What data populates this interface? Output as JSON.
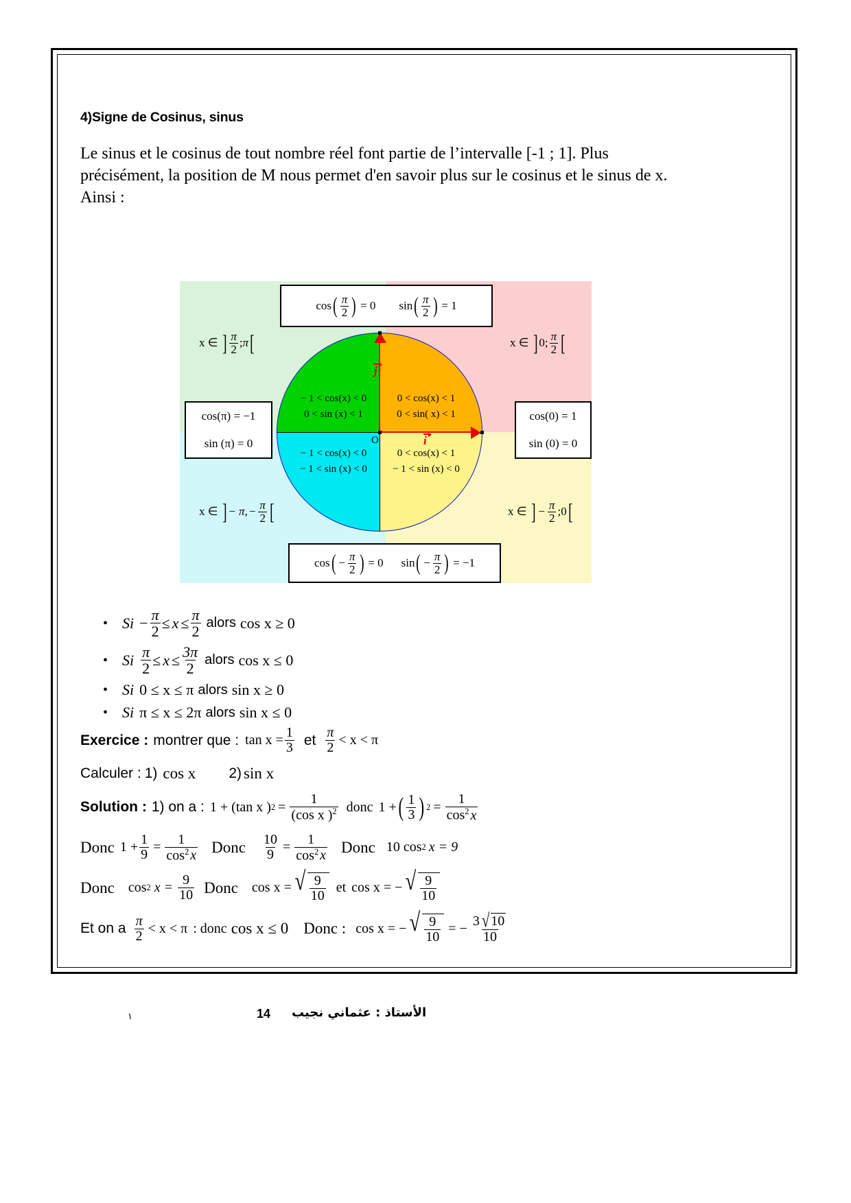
{
  "document": {
    "section_heading": "4)Signe de Cosinus, sinus",
    "intro_paragraph": "Le sinus et le cosinus de tout nombre réel font partie de l’intervalle [-1 ; 1]. Plus précisément, la position de M nous permet d'en savoir plus sur le cosinus et le sinus de x. Ainsi :"
  },
  "diagram": {
    "top_box": {
      "cos_label": "cos",
      "cos_arg_num": "π",
      "cos_arg_den": "2",
      "cos_value": "= 0",
      "sin_label": "sin",
      "sin_arg_num": "π",
      "sin_arg_den": "2",
      "sin_value": "= 1"
    },
    "bottom_box": {
      "cos_label": "cos",
      "cos_arg": "− π/2",
      "cos_arg_num": "π",
      "cos_arg_den": "2",
      "cos_value": "= 0",
      "sin_label": "sin",
      "sin_arg_num": "π",
      "sin_arg_den": "2",
      "sin_value": "= −1"
    },
    "left_box": {
      "line1": "cos(π) = −1",
      "line2": "sin (π) = 0"
    },
    "right_box": {
      "line1": "cos(0) = 1",
      "line2": "sin (0) = 0"
    },
    "quadrants": [
      {
        "id": "quadrant-1",
        "color": "#ffb300",
        "background": "#fbcfcf",
        "cos_range": "0 < cos(x) < 1",
        "sin_range": "0 < sin( x) < 1",
        "interval_prefix": "x ∈",
        "interval_lower": "0",
        "interval_upper_num": "π",
        "interval_upper_den": "2",
        "interval_text": "x ∈ ]0; π/2["
      },
      {
        "id": "quadrant-2",
        "color": "#00d200",
        "background": "#d9f2d9",
        "cos_range": "− 1 < cos(x) < 0",
        "sin_range": "0 < sin (x) < 1",
        "interval_prefix": "x ∈",
        "interval_lower_num": "π",
        "interval_lower_den": "2",
        "interval_upper": "π",
        "interval_text": "x ∈ ]π/2; π["
      },
      {
        "id": "quadrant-3",
        "color": "#00e8f0",
        "background": "#d2f7fb",
        "cos_range": "− 1 < cos(x) < 0",
        "sin_range": "− 1 < sin (x) < 0",
        "interval_prefix": "x ∈",
        "interval_lower": "− π,",
        "interval_upper_num": "π",
        "interval_upper_den": "2",
        "interval_text": "x ∈ ]− π; − π/2["
      },
      {
        "id": "quadrant-4",
        "color": "#fcf389",
        "background": "#fcf7c4",
        "cos_range": "0 < cos(x) < 1",
        "sin_range": "− 1 < sin (x) < 0",
        "interval_prefix": "x ∈",
        "interval_lower_num": "π",
        "interval_lower_den": "2",
        "interval_upper": "0",
        "interval_text": "x ∈ ]− π/2; 0["
      }
    ],
    "vectors": {
      "i_label": "i",
      "j_label": "j"
    },
    "origin_label": "O",
    "axis_color": "#e8000d",
    "circle_outline_color": "#1414cf"
  },
  "rules": [
    {
      "si": "Si",
      "cond_left_sign": "−",
      "cond_left_num": "π",
      "cond_left_den": "2",
      "rel1": "≤",
      "var": "x",
      "rel2": "≤",
      "cond_right_num": "π",
      "cond_right_den": "2",
      "alors": "alors",
      "conclusion": "cos x ≥ 0",
      "conclusion_fn": "cos",
      "conclusion_var": "x",
      "conclusion_rel": "≥ 0"
    },
    {
      "si": "Si",
      "cond_left_num": "π",
      "cond_left_den": "2",
      "rel1": "≤",
      "var": "x",
      "rel2": "≤",
      "cond_right_num": "3π",
      "cond_right_den": "2",
      "alors": "alors",
      "conclusion": "cos x ≤ 0",
      "conclusion_fn": "cos",
      "conclusion_var": "x",
      "conclusion_rel": "≤ 0"
    },
    {
      "si": "Si",
      "plain": "0 ≤ x ≤ π",
      "alors": "alors",
      "conclusion": "sin x ≥ 0"
    },
    {
      "si": "Si",
      "plain": "π ≤ x ≤ 2π",
      "alors": "alors",
      "conclusion": "sin x ≤ 0"
    }
  ],
  "exercise": {
    "label": "Exercice :",
    "statement": "montrer que :",
    "tan_expr": "tan x =",
    "tan_num": "1",
    "tan_den": "3",
    "et": "et",
    "range_num": "π",
    "range_den": "2",
    "range_rest": "< x < π",
    "calculer_label": "Calculer :",
    "item1": "1)",
    "item1_expr": "cos x",
    "item2": "2)",
    "item2_expr": "sin x"
  },
  "solution": {
    "label": "Solution :",
    "intro": "1) on a :",
    "eq1_left": "1 + (tan x )",
    "eq1_exp": "2",
    "eq1_eq": "=",
    "eq1_num": "1",
    "eq1_den": "(cos x )",
    "eq1_den_exp": "2",
    "donc1": "donc",
    "eq2_left": "1 +",
    "eq2_fnum": "1",
    "eq2_fden": "3",
    "eq2_exp": "2",
    "eq2_eq": "=",
    "eq2_rnum": "1",
    "eq2_rden": "cos",
    "eq2_rden_exp": "2",
    "eq2_rden_var": "x",
    "line3": {
      "donc_a": "Donc",
      "expr_a_left": "1 +",
      "expr_a_num": "1",
      "expr_a_den": "9",
      "expr_a_eq": "=",
      "expr_a_rnum": "1",
      "expr_a_rden": "cos",
      "expr_a_rden_exp": "2",
      "expr_a_rden_var": "x",
      "donc_b": "Donc",
      "expr_b_num": "10",
      "expr_b_den": "9",
      "expr_b_eq": "=",
      "expr_b_rnum": "1",
      "expr_b_rden": "cos",
      "expr_b_rden_exp": "2",
      "expr_b_rden_var": "x",
      "donc_c": "Donc",
      "expr_c": "10 cos",
      "expr_c_exp": "2",
      "expr_c_tail": "x = 9"
    },
    "line4": {
      "donc_a": "Donc",
      "expr_a": "cos",
      "expr_a_exp": "2",
      "expr_a_var": "x =",
      "expr_a_num": "9",
      "expr_a_den": "10",
      "donc_b": "Donc",
      "expr_b": "cos x =",
      "sqrt1_num": "9",
      "sqrt1_den": "10",
      "et": "et",
      "expr_c": "cos x = −",
      "sqrt2_num": "9",
      "sqrt2_den": "10"
    },
    "line5": {
      "et_on_a": "Et on a",
      "range_num": "π",
      "range_den": "2",
      "range_rest": "< x < π",
      "donc_text": ": donc",
      "cos_neg": "cos x ≤ 0",
      "donc_final": "Donc :",
      "final_left": "cos x = −",
      "final_sqrt_num": "9",
      "final_sqrt_den": "10",
      "final_eq": "= −",
      "final_num_coef": "3",
      "final_num_rad": "10",
      "final_den": "10"
    }
  },
  "footer": {
    "left_mark": "١",
    "page_number": "14",
    "author": "الأستاذ : عثماني نجيب"
  }
}
